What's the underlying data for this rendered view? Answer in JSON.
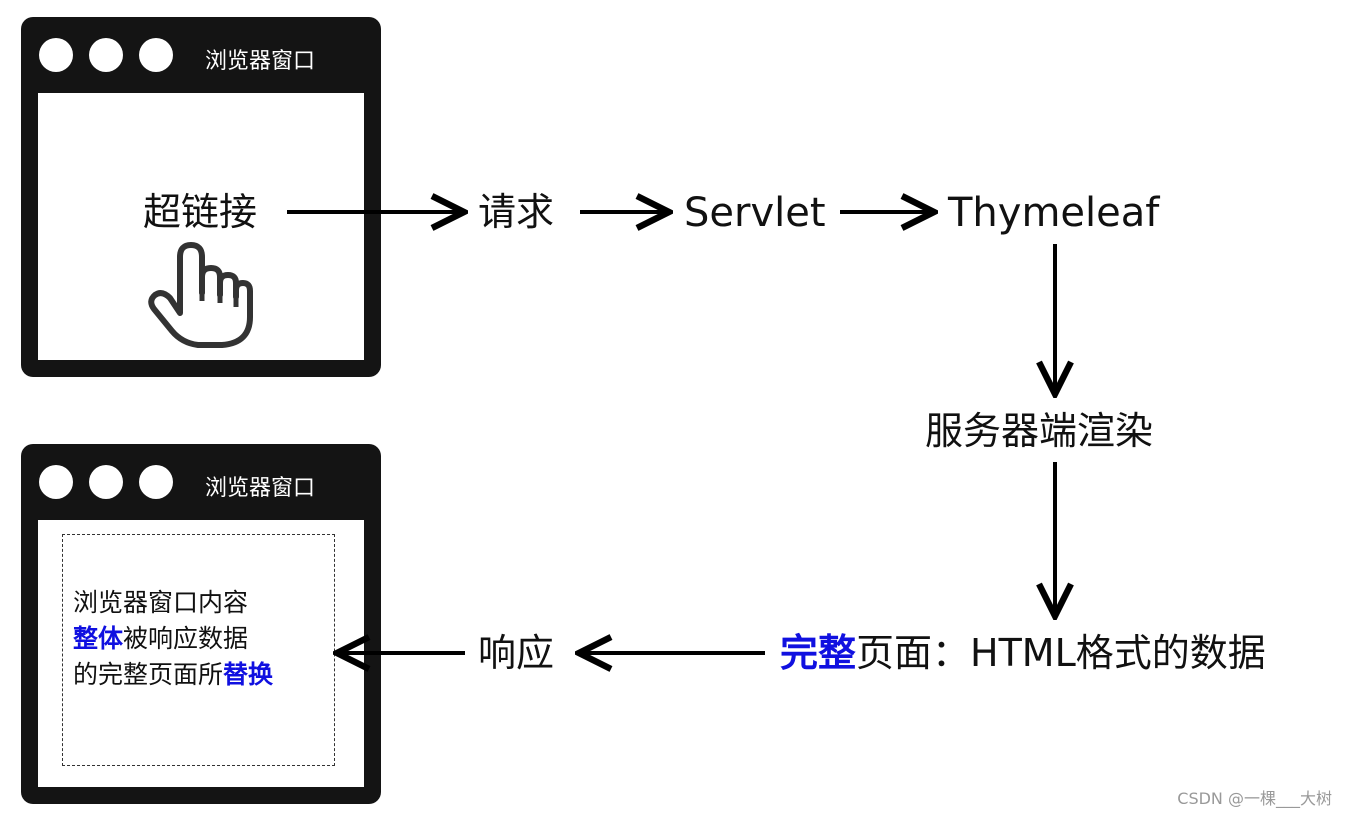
{
  "window_top": {
    "title": "浏览器窗口",
    "link_text": "超链接"
  },
  "window_bottom": {
    "title": "浏览器窗口",
    "content_line1": "浏览器窗口内容",
    "content_line2_highlight": "整体",
    "content_line2_rest": "被响应数据",
    "content_line3_rest": "的完整页面所",
    "content_line3_highlight": "替换"
  },
  "nodes": {
    "request": "请求",
    "servlet": "Servlet",
    "thymeleaf": "Thymeleaf",
    "server_render": "服务器端渲染",
    "full_page_highlight": "完整",
    "full_page_rest": "页面：HTML格式的数据",
    "response": "响应"
  },
  "watermark": "CSDN @一棵___大树",
  "colors": {
    "highlight": "#1010e0",
    "window": "#141414"
  },
  "icons": {
    "hand": "pointing-hand-icon"
  }
}
